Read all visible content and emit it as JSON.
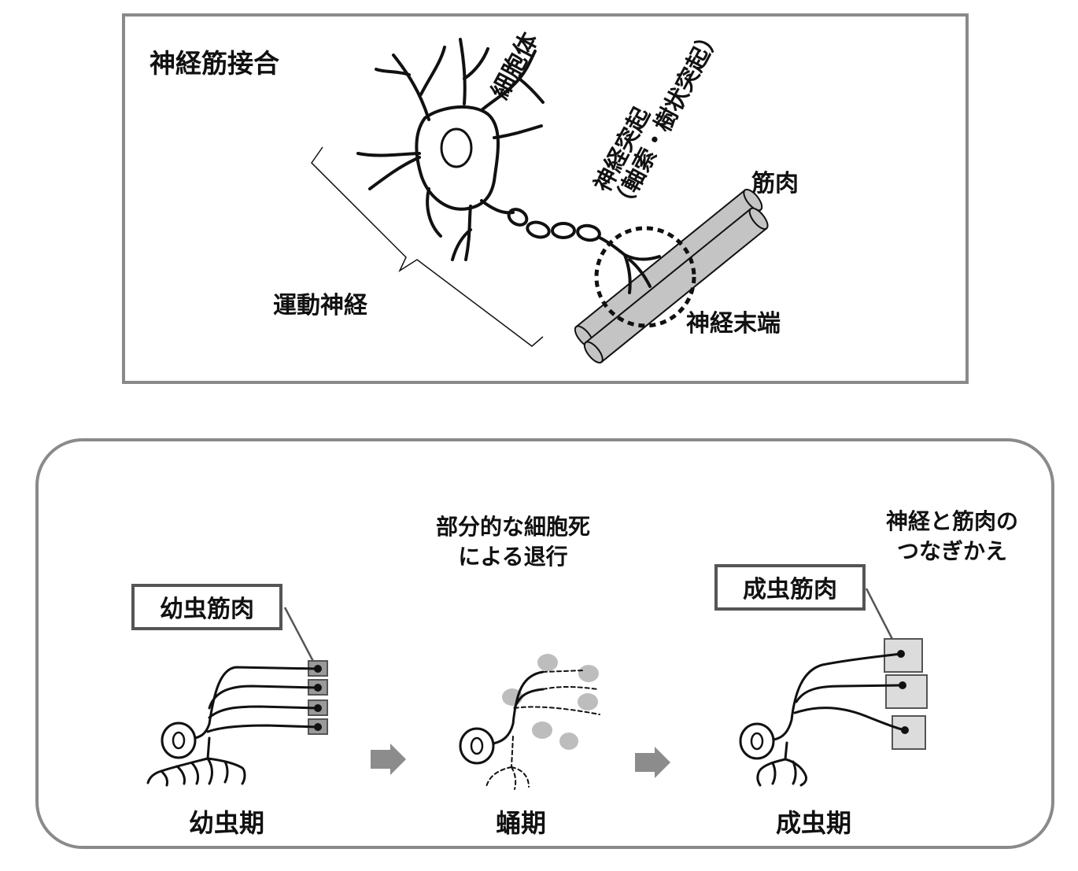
{
  "top_panel": {
    "title": "神経筋接合",
    "labels": {
      "soma": "細胞体",
      "neurite_line1": "神経突起",
      "neurite_line2": "（軸索・樹状突起）",
      "muscle": "筋肉",
      "motor_nerve": "運動神経",
      "nerve_terminal": "神経末端"
    }
  },
  "bottom_panel": {
    "stage_labels": {
      "larva": "幼虫期",
      "pupa": "蛹期",
      "adult": "成虫期"
    },
    "larval_muscle_box": "幼虫筋肉",
    "adult_muscle_box": "成虫筋肉",
    "pupa_note_line1": "部分的な細胞死",
    "pupa_note_line2": "による退行",
    "adult_note_line1": "神経と筋肉の",
    "adult_note_line2": "つなぎかえ"
  },
  "colors": {
    "frame": "#8a8a8a",
    "muscle_fill": "#c4c4c4",
    "grey_blob": "#bdbdbd",
    "larval_muscle": "#9a9a9a",
    "adult_muscle": "#dcdcdc",
    "arrow": "#8c8c8c"
  }
}
